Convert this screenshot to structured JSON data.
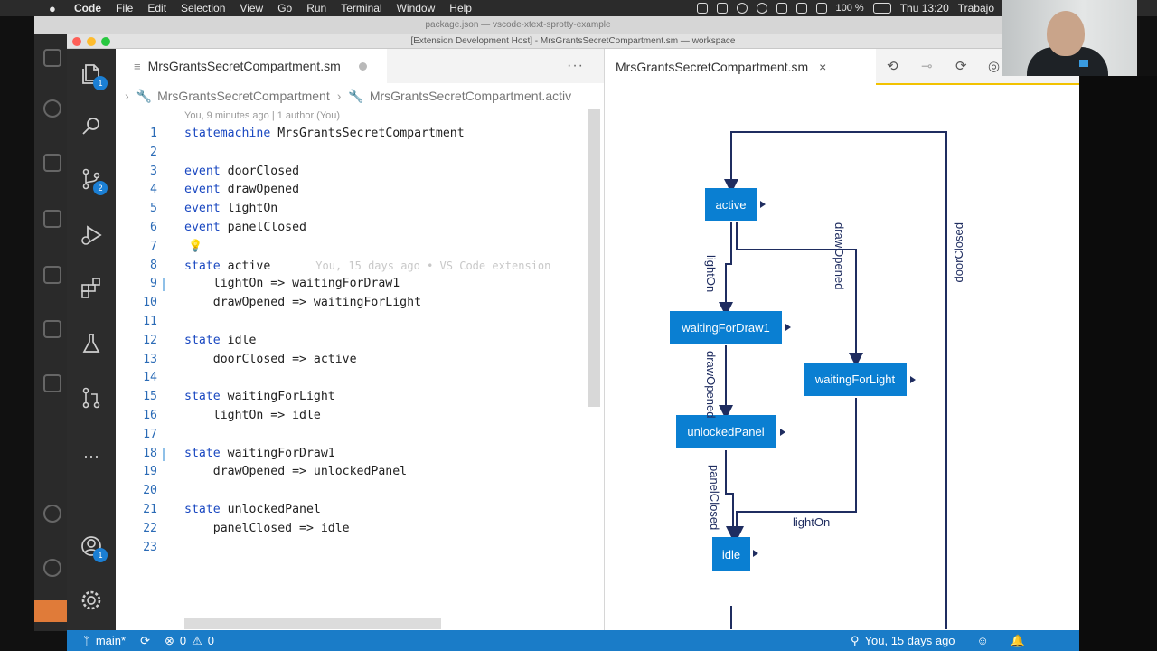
{
  "menubar": {
    "app": "Code",
    "items": [
      "File",
      "Edit",
      "Selection",
      "View",
      "Go",
      "Run",
      "Terminal",
      "Window",
      "Help"
    ],
    "battery": "100 %",
    "clock": "Thu 13:20",
    "user": "Trabajo"
  },
  "back_window": {
    "title": "package.json — vscode-xtext-sprotty-example"
  },
  "window": {
    "title": "[Extension Development Host] - MrsGrantsSecretCompartment.sm — workspace"
  },
  "activity": {
    "explorer_badge": "1",
    "scm_badge": "2",
    "accounts_badge": "1"
  },
  "editor": {
    "tab_label": "MrsGrantsSecretCompartment.sm",
    "more": "···",
    "breadcrumb": [
      "MrsGrantsSecretCompartment",
      "MrsGrantsSecretCompartment.activ"
    ],
    "blame": "You, 9 minutes ago | 1 author (You)",
    "ghost_blame": "You, 15 days ago • VS Code extension",
    "lines": [
      {
        "n": "1",
        "kw": "statemachine",
        "rest": " MrsGrantsSecretCompartment"
      },
      {
        "n": "2",
        "kw": "",
        "rest": ""
      },
      {
        "n": "3",
        "kw": "event",
        "rest": " doorClosed"
      },
      {
        "n": "4",
        "kw": "event",
        "rest": " drawOpened"
      },
      {
        "n": "5",
        "kw": "event",
        "rest": " lightOn"
      },
      {
        "n": "6",
        "kw": "event",
        "rest": " panelClosed"
      },
      {
        "n": "7",
        "kw": "",
        "rest": ""
      },
      {
        "n": "8",
        "kw": "state",
        "rest": " active"
      },
      {
        "n": "9",
        "kw": "",
        "rest": "    lightOn => waitingForDraw1"
      },
      {
        "n": "10",
        "kw": "",
        "rest": "    drawOpened => waitingForLight"
      },
      {
        "n": "11",
        "kw": "",
        "rest": ""
      },
      {
        "n": "12",
        "kw": "state",
        "rest": " idle"
      },
      {
        "n": "13",
        "kw": "",
        "rest": "    doorClosed => active"
      },
      {
        "n": "14",
        "kw": "",
        "rest": ""
      },
      {
        "n": "15",
        "kw": "state",
        "rest": " waitingForLight"
      },
      {
        "n": "16",
        "kw": "",
        "rest": "    lightOn => idle"
      },
      {
        "n": "17",
        "kw": "",
        "rest": ""
      },
      {
        "n": "18",
        "kw": "state",
        "rest": " waitingForDraw1"
      },
      {
        "n": "19",
        "kw": "",
        "rest": "    drawOpened => unlockedPanel"
      },
      {
        "n": "20",
        "kw": "",
        "rest": ""
      },
      {
        "n": "21",
        "kw": "state",
        "rest": " unlockedPanel"
      },
      {
        "n": "22",
        "kw": "",
        "rest": "    panelClosed => idle"
      },
      {
        "n": "23",
        "kw": "",
        "rest": ""
      }
    ]
  },
  "preview": {
    "tab_label": "MrsGrantsSecretCompartment.sm",
    "close": "×",
    "nodes": {
      "active": "active",
      "waitingForDraw1": "waitingForDraw1",
      "waitingForLight": "waitingForLight",
      "unlockedPanel": "unlockedPanel",
      "idle": "idle"
    },
    "edges": {
      "lightOn_1": "lightOn",
      "drawOpened_1": "drawOpened",
      "drawOpened_2": "drawOpened",
      "panelClosed": "panelClosed",
      "lightOn_2": "lightOn",
      "doorClosed": "doorClosed"
    }
  },
  "status": {
    "branch": "main*",
    "errors": "0",
    "warnings": "0",
    "blame": "You, 15 days ago"
  },
  "colors": {
    "accent": "#1a7cc8",
    "node": "#0a7fd2",
    "edge": "#1f2d60"
  }
}
